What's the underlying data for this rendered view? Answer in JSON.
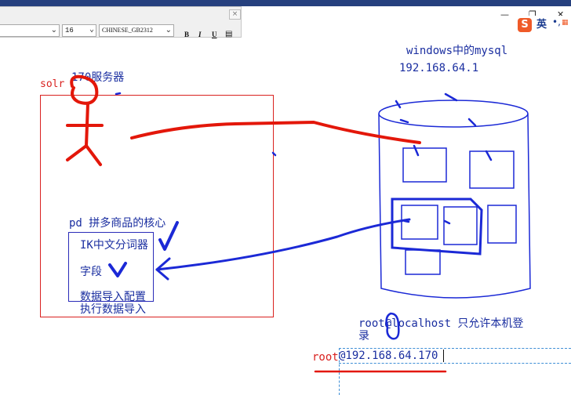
{
  "format_toolbar": {
    "close_glyph": "×",
    "font_name": "",
    "font_size": "16",
    "charset": "CHINESE_GB2312",
    "bold": "B",
    "italic": "I",
    "underline": "U",
    "color_glyph": "▤"
  },
  "window_controls": {
    "restore": "❐",
    "minimize": "—",
    "close": "✕"
  },
  "ime": {
    "logo": "S",
    "mode": "英",
    "punct": "•,"
  },
  "canvas": {
    "solr_label": "solr",
    "server_label": "170服务器",
    "pdd_label": "pd 拼多商品的核心",
    "ik_label": "IK中文分词器",
    "field_label": "字段",
    "import_config_label": "数据导入配置",
    "run_import_label": "执行数据导入",
    "mysql_title": "windows中的mysql",
    "mysql_ip": "192.168.64.1",
    "root_localhost_line1": "root@localhost 只允许本机登",
    "root_localhost_line2": "录",
    "input_prefix": "root",
    "input_value": "@192.168.64.170"
  },
  "colors": {
    "ink_blue": "#1a2ea0",
    "marker_blue": "#1b29d6",
    "marker_red": "#e3170a",
    "frame_red": "#d9211f"
  }
}
